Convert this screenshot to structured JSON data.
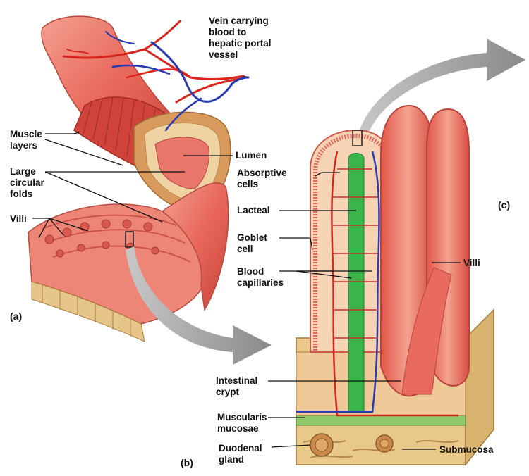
{
  "labels": {
    "vein": "Vein carrying\nblood to\nhepatic portal\nvessel",
    "muscle_layers": "Muscle\nlayers",
    "large_circular_folds": "Large\ncircular\nfolds",
    "villi_left": "Villi",
    "lumen": "Lumen",
    "absorptive_cells": "Absorptive\ncells",
    "lacteal": "Lacteal",
    "goblet_cell": "Goblet\ncell",
    "blood_capillaries": "Blood\ncapillaries",
    "intestinal_crypt": "Intestinal\ncrypt",
    "muscularis_mucosae": "Muscularis\nmucosae",
    "duodenal_gland": "Duodenal\ngland",
    "villi_right": "Villi",
    "submucosa": "Submucosa"
  },
  "panels": {
    "a": "(a)",
    "b": "(b)",
    "c": "(c)"
  },
  "colors": {
    "tissue": "#e9695c",
    "tissue_light": "#f4b4a4",
    "tan": "#e8c98a",
    "vein_blue": "#2a3bb0",
    "artery_red": "#d7261e",
    "lacteal_green": "#39b54a",
    "arrow_gray": "#9a9a9a"
  }
}
